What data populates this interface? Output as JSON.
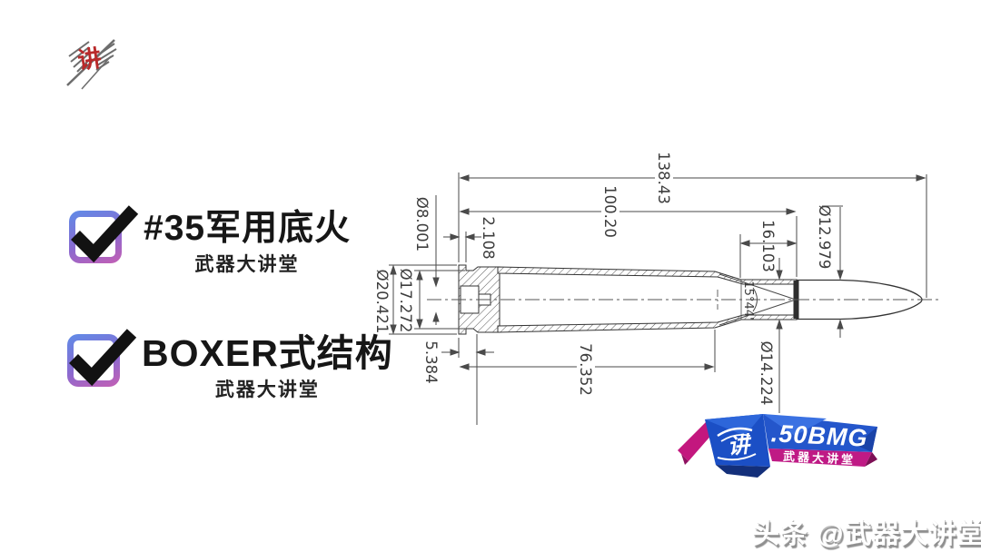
{
  "page": {
    "background": "#ffffff"
  },
  "logo_topleft": {
    "char": "讲",
    "color": "#b9292a",
    "wing_color": "#6d6d6d"
  },
  "checklist": {
    "items": [
      {
        "label": "#35军用底火",
        "sub": "武器大讲堂"
      },
      {
        "label": "BOXER式结构",
        "sub": "武器大讲堂"
      }
    ],
    "gradient": [
      "#5f8ce8",
      "#8a6ad0",
      "#c45fb4"
    ],
    "check_color": "#121212"
  },
  "drawing": {
    "line_color": "#4a4a4a",
    "text_color": "#3d3d3d",
    "dims": [
      {
        "name": "overall-length",
        "label": "138.43"
      },
      {
        "name": "case-length",
        "label": "100.20"
      },
      {
        "name": "primer-pocket-diameter",
        "label": "Ø8.001"
      },
      {
        "name": "rim-thickness",
        "label": "2.108"
      },
      {
        "name": "neck-length",
        "label": "16.103"
      },
      {
        "name": "bullet-diameter",
        "label": "Ø12.979"
      },
      {
        "name": "rim-diameter",
        "label": "Ø20.421"
      },
      {
        "name": "groove-diameter",
        "label": "Ø17.272"
      },
      {
        "name": "base-to-groove",
        "label": "5.384"
      },
      {
        "name": "body-length",
        "label": "76.352"
      },
      {
        "name": "neck-diameter",
        "label": "Ø14.224"
      },
      {
        "name": "shoulder-angle",
        "label": "15°44'"
      }
    ]
  },
  "banner": {
    "title": ".50BMG",
    "subtitle": "武器大讲堂",
    "logo_char": "讲",
    "blue": "#2456cb",
    "magenta": "#bf1a85"
  },
  "watermark": {
    "text": "头条 @武器大讲堂"
  }
}
